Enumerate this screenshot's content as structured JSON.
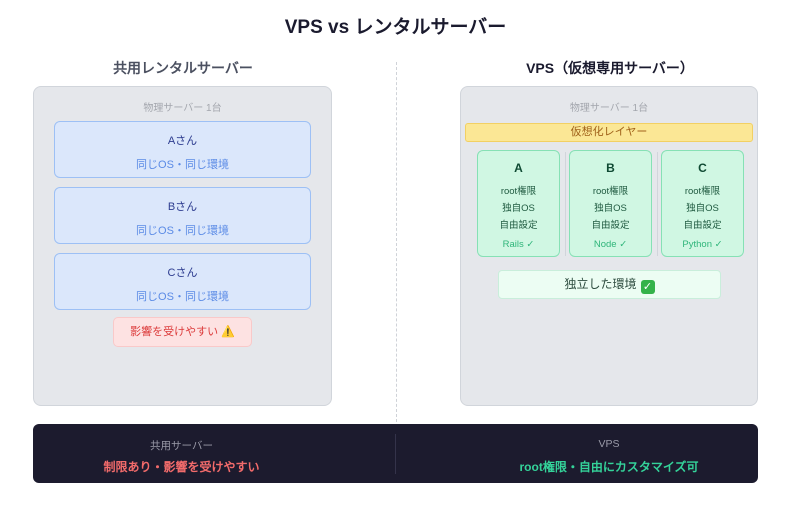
{
  "title": "VPS vs レンタルサーバー",
  "shared": {
    "heading": "共用レンタルサーバー",
    "physical": "物理サーバー 1台",
    "users": [
      {
        "name": "Aさん",
        "desc": "同じOS・同じ環境"
      },
      {
        "name": "Bさん",
        "desc": "同じOS・同じ環境"
      },
      {
        "name": "Cさん",
        "desc": "同じOS・同じ環境"
      }
    ],
    "warning": "影響を受けやすい",
    "warning_icon": "⚠️"
  },
  "vps": {
    "heading": "VPS（仮想専用サーバー）",
    "physical": "物理サーバー 1台",
    "layer": "仮想化レイヤー",
    "machines": [
      {
        "name": "A",
        "lines": [
          "root権限",
          "独自OS",
          "自由設定"
        ],
        "app": "Rails ✓"
      },
      {
        "name": "B",
        "lines": [
          "root権限",
          "独自OS",
          "自由設定"
        ],
        "app": "Node ✓"
      },
      {
        "name": "C",
        "lines": [
          "root権限",
          "独自OS",
          "自由設定"
        ],
        "app": "Python ✓"
      }
    ],
    "independent": "独立した環境",
    "check_icon": "✓"
  },
  "summary": {
    "left": {
      "label": "共用サーバー",
      "value": "制限あり・影響を受けやすい",
      "color": "#f26b6b"
    },
    "right": {
      "label": "VPS",
      "value": "root権限・自由にカスタマイズ可",
      "color": "#34d39a"
    }
  }
}
